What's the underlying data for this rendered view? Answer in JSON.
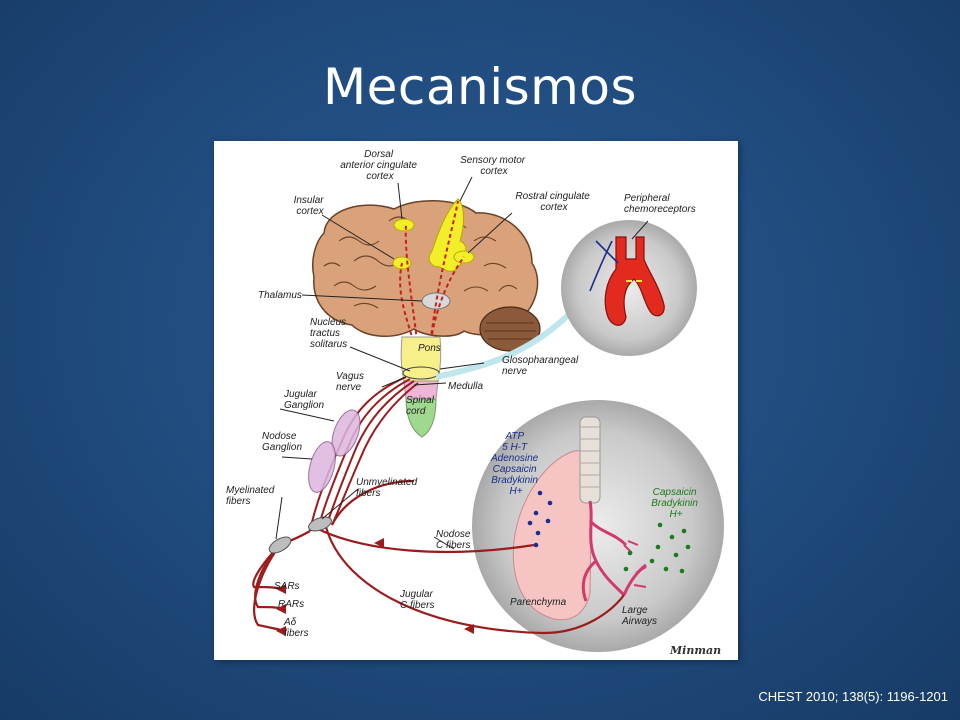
{
  "slide": {
    "title": "Mecanismos",
    "citation": "CHEST 2010; 138(5): 1196-1201"
  },
  "figure": {
    "signature": "Minman",
    "labels": {
      "dorsal_acc": [
        "Dorsal",
        "anterior cingulate",
        "cortex"
      ],
      "sensory_motor": [
        "Sensory motor",
        "cortex"
      ],
      "insular": [
        "Insular",
        "cortex"
      ],
      "rostral_cingulate": [
        "Rostral cingulate",
        "cortex"
      ],
      "peripheral_chemo": [
        "Peripheral",
        "chemoreceptors"
      ],
      "thalamus": "Thalamus",
      "nts": [
        "Nucleus",
        "tractus",
        "solitarus"
      ],
      "pons": "Pons",
      "glossopharyngeal": [
        "Glosopharangeal",
        "nerve"
      ],
      "vagus": [
        "Vagus",
        "nerve"
      ],
      "medulla": "Medulla",
      "jugular_ganglion": [
        "Jugular",
        "Ganglion"
      ],
      "spinal_cord": [
        "Spinal",
        "cord"
      ],
      "nodose_ganglion": [
        "Nodose",
        "Ganglion"
      ],
      "unmyelinated": [
        "Unmyelinated",
        "fibers"
      ],
      "myelinated": [
        "Myelinated",
        "fibers"
      ],
      "nodose_c": [
        "Nodose",
        "C fibers"
      ],
      "jugular_c": [
        "Jugular",
        "C fibers"
      ],
      "sars": "SARs",
      "rars": "RARs",
      "a_delta": [
        "Aδ",
        "fibers"
      ],
      "parenchyma": "Parenchyma",
      "large_airways": [
        "Large",
        "Airways"
      ],
      "mediators_blue": [
        "ATP",
        "5 H-T",
        "Adenosine",
        "Capsaicin",
        "Bradykinin",
        "H+"
      ],
      "mediators_green": [
        "Capsaicin",
        "Bradykinin",
        "H+"
      ]
    }
  },
  "colors": {
    "background": "#1f4a7c",
    "nerve": "#9b1c1c",
    "brain": "#d9a27a",
    "sensory_cortex": "#f2ee2a",
    "lung": "#f7c4c4",
    "airway": "#d23a6a",
    "mediator_blue": "#1a2d8c",
    "mediator_green": "#1d7a1d"
  }
}
